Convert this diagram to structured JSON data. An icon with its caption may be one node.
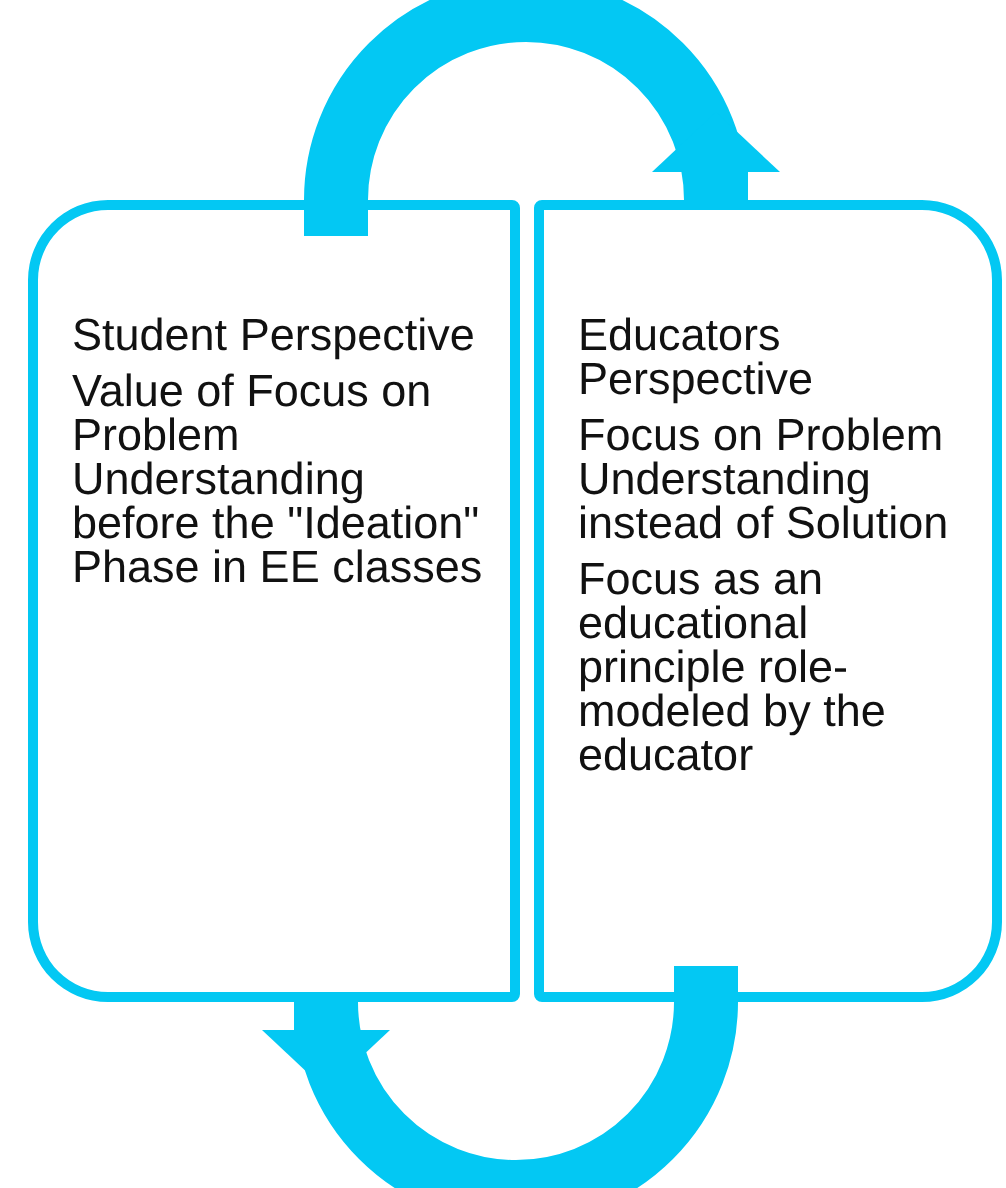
{
  "diagram": {
    "nodes": [
      {
        "text": [
          "Student Perspective",
          "Value of Focus on Problem Understanding before the \"Ideation\" Phase in EE classes"
        ]
      },
      {
        "text": [
          "Educators Perspective",
          "Focus on Problem Understanding instead of Solution",
          "Focus as an educational principle role-modeled by the educator"
        ]
      }
    ],
    "edges": [
      {
        "from": 0,
        "to": 1,
        "arrow": "to"
      },
      {
        "from": 1,
        "to": 0,
        "arrow": "to"
      }
    ]
  }
}
